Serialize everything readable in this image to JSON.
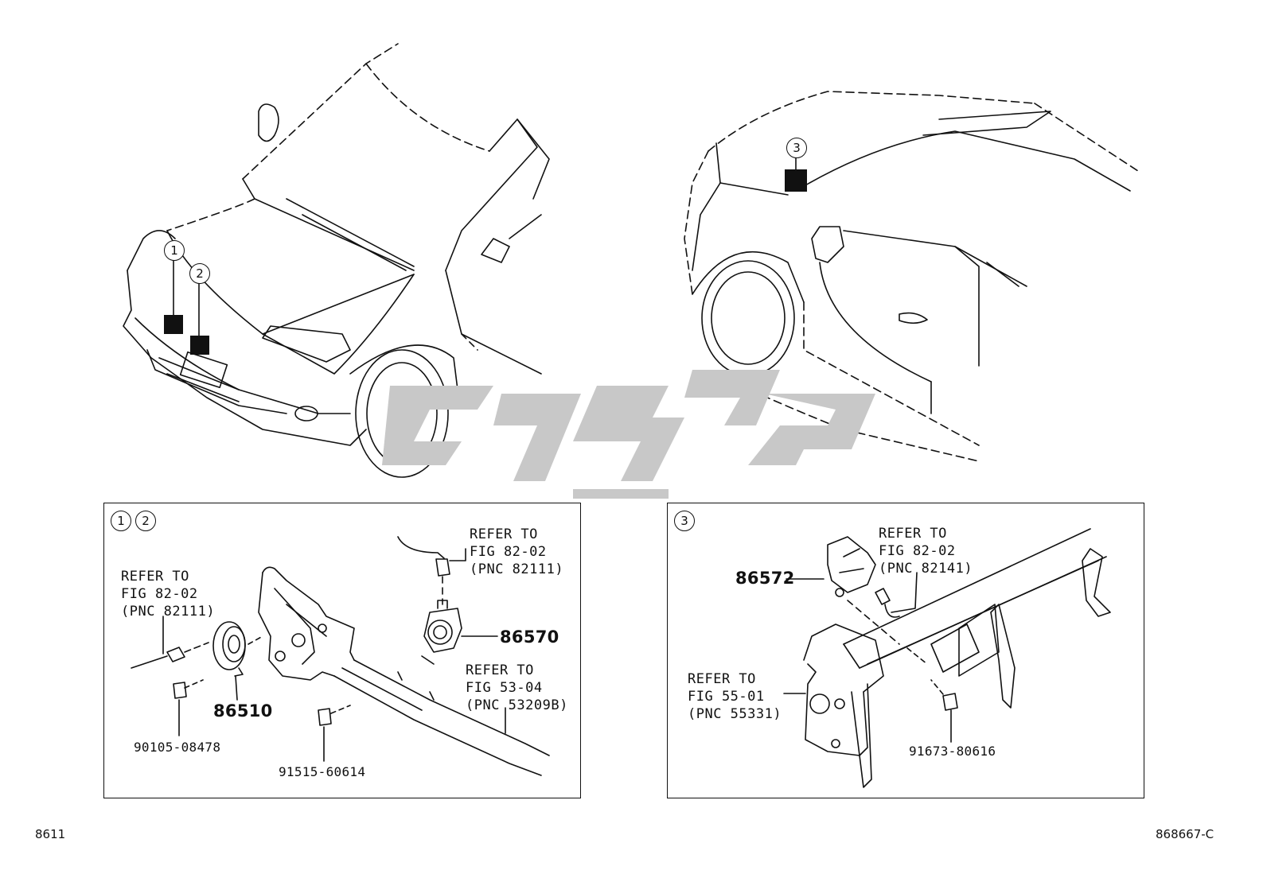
{
  "callouts": {
    "c1": "1",
    "c2": "2",
    "c3": "3"
  },
  "panel_left": {
    "header_1": "1",
    "header_2": "2",
    "ref_horn_wire": "REFER TO\nFIG 82-02\n(PNC 82111)",
    "ref_sensor_wire": "REFER TO\nFIG 82-02\n(PNC 82111)",
    "ref_support": "REFER TO\nFIG 53-04\n(PNC 53209B)",
    "part_86570": "86570",
    "part_86510": "86510",
    "part_90105": "90105-08478",
    "part_91515": "91515-60614"
  },
  "panel_right": {
    "header_3": "3",
    "ref_wire": "REFER TO\nFIG 82-02\n(PNC 82141)",
    "ref_bracket": "REFER TO\nFIG 55-01\n(PNC 55331)",
    "part_86572": "86572",
    "part_91673": "91673-80616"
  },
  "footer": {
    "left_code": "8611",
    "right_code": "868667-C"
  },
  "colors": {
    "line": "#111111",
    "watermark": "#c8c8c8"
  }
}
